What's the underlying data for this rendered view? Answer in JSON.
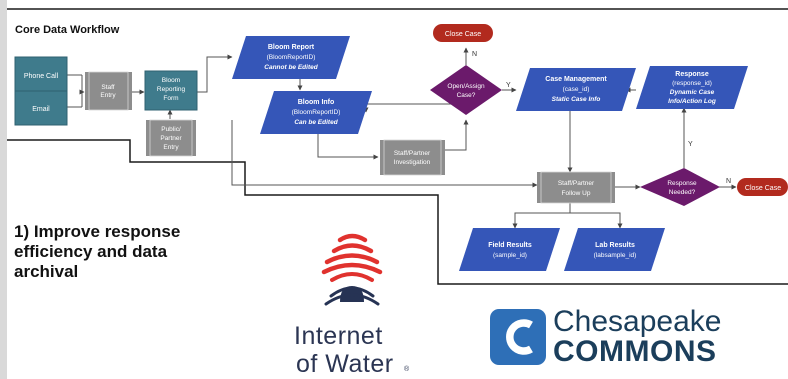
{
  "diagram": {
    "title": "Core Data Workflow",
    "nodes": {
      "phone_call": "Phone Call",
      "email": "Email",
      "staff_entry": [
        "Staff",
        "Entry"
      ],
      "bloom_reporting_form": [
        "Bloom",
        "Reporting",
        "Form"
      ],
      "public_partner_entry": [
        "Public/",
        "Partner",
        "Entry"
      ],
      "bloom_report": [
        "Bloom Report",
        "(BloomReportID)",
        "Cannot be Edited"
      ],
      "bloom_info": [
        "Bloom Info",
        "(BloomReportID)",
        "Can be Edited"
      ],
      "staff_partner_investigation": [
        "Staff/Partner",
        "Investigation"
      ],
      "close_case_top": "Close Case",
      "open_assign_case": [
        "Open/Assign",
        "Case?"
      ],
      "case_management": [
        "Case Management",
        "(case_id)",
        "Static Case Info"
      ],
      "response": [
        "Response",
        "(response_id)",
        "Dynamic Case",
        "Info/Action Log"
      ],
      "staff_partner_follow_up": [
        "Staff/Partner",
        "Follow Up"
      ],
      "response_needed": [
        "Response",
        "Needed?"
      ],
      "close_case_right": "Close Case",
      "field_results": [
        "Field Results",
        "(sample_id)"
      ],
      "lab_results": [
        "Lab Results",
        "(labsample_id)"
      ]
    },
    "edge_labels": {
      "open_no": "N",
      "open_yes": "Y",
      "response_no": "N",
      "response_yes": "Y"
    }
  },
  "takeaway": {
    "lines": [
      "1) Improve response",
      "efficiency and data",
      "archival"
    ]
  },
  "logos": {
    "internet_of_water": {
      "lines": [
        "Internet",
        "of Water"
      ],
      "registered": "®",
      "colors": {
        "red": "#e0322e",
        "navy": "#263354"
      }
    },
    "chesapeake_commons": {
      "letter": "C",
      "lines": [
        "Chesapeake",
        "COMMONS"
      ],
      "colors": {
        "tile": "#2e6fb7",
        "text": "#1b3e5b"
      }
    }
  },
  "colors": {
    "teal": "#3f7b8c",
    "gray": "#8d8d8d",
    "blue": "#3556b8",
    "purple": "#6b1a6b",
    "red": "#b22a1e",
    "line": "#555555"
  }
}
